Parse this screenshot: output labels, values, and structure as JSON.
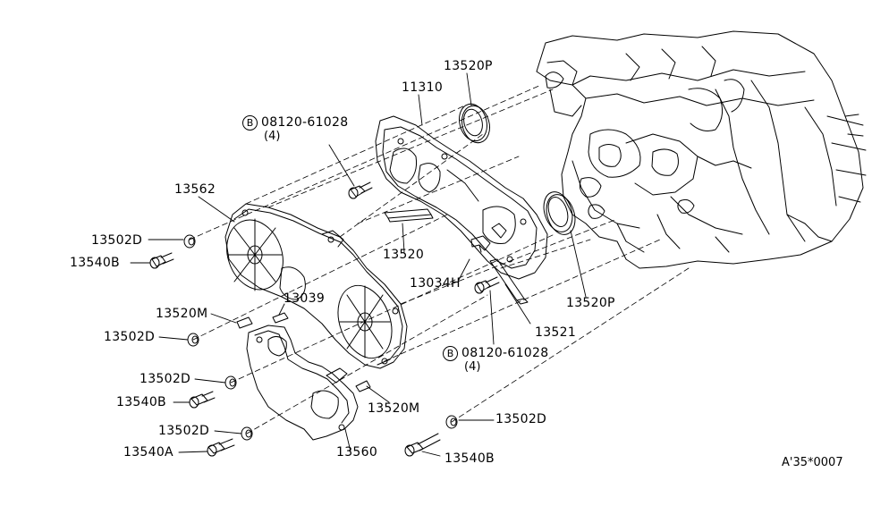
{
  "labels": {
    "l11310": "11310",
    "l13520p_a": "13520P",
    "b_mark": "B",
    "l08120_a": "08120-61028",
    "qty4_a": "(4)",
    "l13562": "13562",
    "l13502d_1": "13502D",
    "l13540b_1": "13540B",
    "l13520": "13520",
    "l13034h": "13034H",
    "l13520p_b": "13520P",
    "l13039": "13039",
    "l13520m_1": "13520M",
    "l13521": "13521",
    "l13502d_2": "13502D",
    "l08120_b": "08120-61028",
    "qty4_b": "(4)",
    "l13502d_3": "13502D",
    "l13540b_2": "13540B",
    "l13520m_2": "13520M",
    "l13502d_5": "13502D",
    "l13502d_4": "13502D",
    "l13540a": "13540A",
    "l13560": "13560",
    "l13540b_3": "13540B",
    "ref_code": "A'35*0007"
  },
  "colors": {
    "line": "#000000",
    "background": "#ffffff"
  }
}
